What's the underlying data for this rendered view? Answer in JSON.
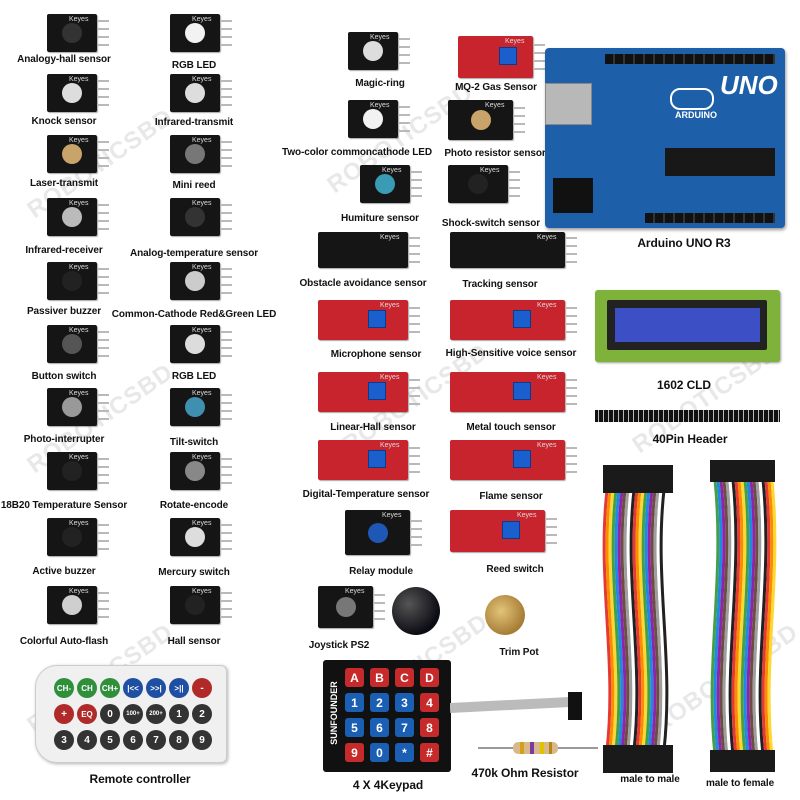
{
  "watermark": "ROBOTICSBD",
  "colors": {
    "pcb_black": "#151515",
    "pcb_red": "#c8242e",
    "arduino_blue": "#1d5fa8",
    "lcd_green": "#7fb23a",
    "lcd_screen": "#3c4fc4",
    "keypad_blue": "#1a5fb4",
    "keypad_red": "#c62a2a"
  },
  "left_col_a": [
    "Analogy-hall sensor",
    "Knock sensor",
    "Laser-transmit",
    "Infrared-receiver",
    "Passiver buzzer",
    "Button switch",
    "Photo-interrupter",
    "18B20 Temperature Sensor",
    "Active buzzer",
    "Colorful Auto-flash"
  ],
  "left_col_b": [
    "RGB LED",
    "Infrared-transmit",
    "Mini reed",
    "Analog-temperature sensor",
    "Common-Cathode Red&Green LED",
    "RGB LED",
    "Tilt-switch",
    "Rotate-encode",
    "Mercury switch",
    "Hall sensor"
  ],
  "mid_col_a": [
    "Magic-ring",
    "Two-color commoncathode LED",
    "Humiture sensor",
    "Obstacle avoidance sensor",
    "Microphone sensor",
    "Linear-Hall sensor",
    "Digital-Temperature sensor",
    "Relay module",
    "Joystick PS2"
  ],
  "mid_col_b": [
    "MQ-2 Gas Sensor",
    "Photo resistor sensor",
    "Shock-switch sensor",
    "Tracking sensor",
    "High-Sensitive voice sensor",
    "Metal touch sensor",
    "Flame sensor",
    "Reed switch",
    "Trim Pot"
  ],
  "right": {
    "arduino": "Arduino UNO R3",
    "lcd": "1602 CLD",
    "header": "40Pin Header",
    "mm": "male to male",
    "mf": "male to female"
  },
  "bottom": {
    "remote": "Remote controller",
    "keypad": "4 X 4Keypad",
    "resistor": "470k Ohm Resistor",
    "keypad_brand": "SUNFOUNDER",
    "keypad_keys": [
      "A",
      "B",
      "C",
      "D",
      "1",
      "2",
      "3",
      "4",
      "5",
      "6",
      "7",
      "8",
      "9",
      "0",
      "*",
      "#"
    ],
    "remote_keys": [
      "CH-",
      "CH",
      "CH+",
      "|<<",
      ">>|",
      ">||",
      "-",
      "+",
      "EQ",
      "0",
      "100+",
      "200+",
      "1",
      "2",
      "3",
      "4",
      "5",
      "6",
      "7",
      "8",
      "9"
    ]
  },
  "module_labels": {
    "keyes": "Keyes"
  },
  "arduino_text": {
    "uno": "UNO",
    "brand": "ARDUINO"
  }
}
